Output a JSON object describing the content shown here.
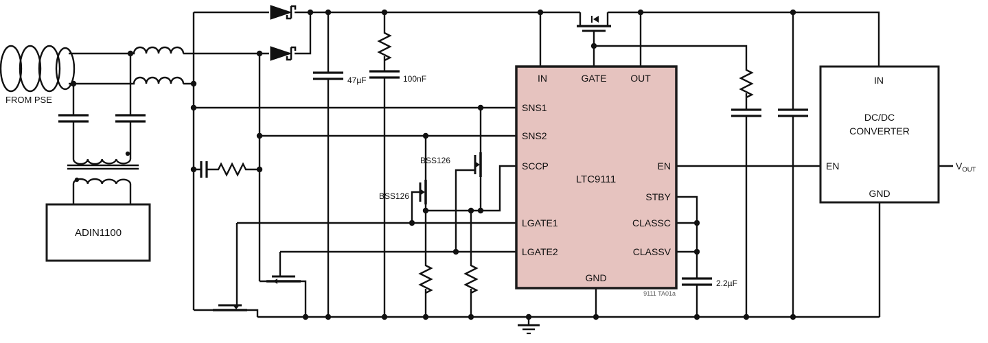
{
  "labels": {
    "from_pse": "FROM PSE",
    "phy": "ADIN1100",
    "chip": "LTC9111",
    "watermark": "9111 TA01a",
    "pin_in": "IN",
    "pin_gate": "GATE",
    "pin_out": "OUT",
    "pin_sns1": "SNS1",
    "pin_sns2": "SNS2",
    "pin_sccp": "SCCP",
    "pin_lgate1": "LGATE1",
    "pin_lgate2": "LGATE2",
    "pin_gnd": "GND",
    "pin_en": "EN",
    "pin_stby": "STBY",
    "pin_classc": "CLASSC",
    "pin_classv": "CLASSV",
    "dcdc_line1": "DC/DC",
    "dcdc_line2": "CONVERTER",
    "dcdc_in": "IN",
    "dcdc_en": "EN",
    "dcdc_gnd": "GND",
    "vout_main": "V",
    "vout_sub": "OUT",
    "cap_bulk": "47µF",
    "cap_snubber": "100nF",
    "cap_class": "2.2µF",
    "fet_upper": "BSS126",
    "fet_lower": "BSS126"
  },
  "colors": {
    "wire": "#111111",
    "chip_fill": "#e6c3bf",
    "chip_border": "#1a1a1a",
    "box_fill": "#ffffff",
    "background": "#ffffff",
    "watermark_text": "#5a5a5a"
  }
}
